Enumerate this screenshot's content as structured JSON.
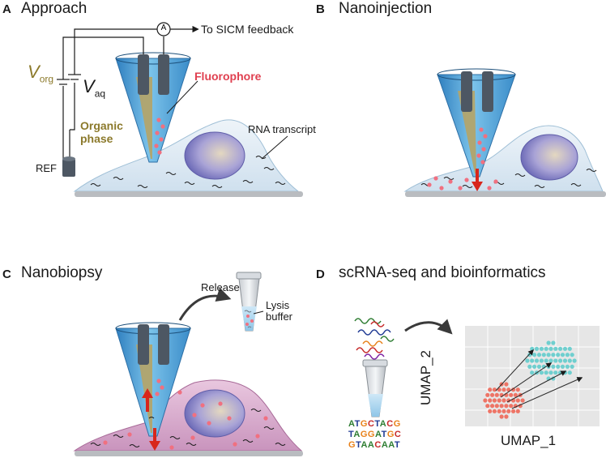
{
  "panels": [
    {
      "letter": "A",
      "title": "Approach"
    },
    {
      "letter": "B",
      "title": "Nanoinjection"
    },
    {
      "letter": "C",
      "title": "Nanobiopsy"
    },
    {
      "letter": "D",
      "title": "scRNA-seq and bioinformatics"
    }
  ],
  "panelA": {
    "ammeter": "A",
    "feedback": "To SICM  feedback",
    "v_org_main": "V",
    "v_org_sub": "org",
    "v_aq_main": "V",
    "v_aq_sub": "aq",
    "fluorophore": "Fluorophore",
    "organic_line1": "Organic",
    "organic_line2": "phase",
    "ref": "REF",
    "rna": "RNA transcript"
  },
  "panelC": {
    "release": "Release",
    "lysis_line1": "Lysis",
    "lysis_line2": "buffer"
  },
  "panelD": {
    "x_label": "UMAP_1",
    "y_label": "UMAP_2",
    "sequences": [
      [
        "A",
        "T",
        "G",
        "C",
        "T",
        "A",
        "C",
        "G"
      ],
      [
        "T",
        "A",
        "G",
        "G",
        "A",
        "T",
        "G",
        "C"
      ],
      [
        "G",
        "T",
        "A",
        "A",
        "C",
        "A",
        "A",
        "T"
      ]
    ]
  },
  "colors": {
    "pipette": "#5aa8d8",
    "electrode": "#4d5763",
    "organic": "#b2a46c",
    "fluorophore": "#f07080",
    "nucleus": "#8e8cc9",
    "cell_a": "#dbe8f2",
    "cell_c": "#d8a8cc",
    "arrow": "#d8261c",
    "cluster_red": "#ee7466",
    "cluster_cyan": "#6fcfcf",
    "label_gold": "#8c7a2c",
    "label_red": "#e04050",
    "base_A": "#2e7d32",
    "base_T": "#1f3a93",
    "base_G": "#e8811a",
    "base_C": "#c62828"
  }
}
